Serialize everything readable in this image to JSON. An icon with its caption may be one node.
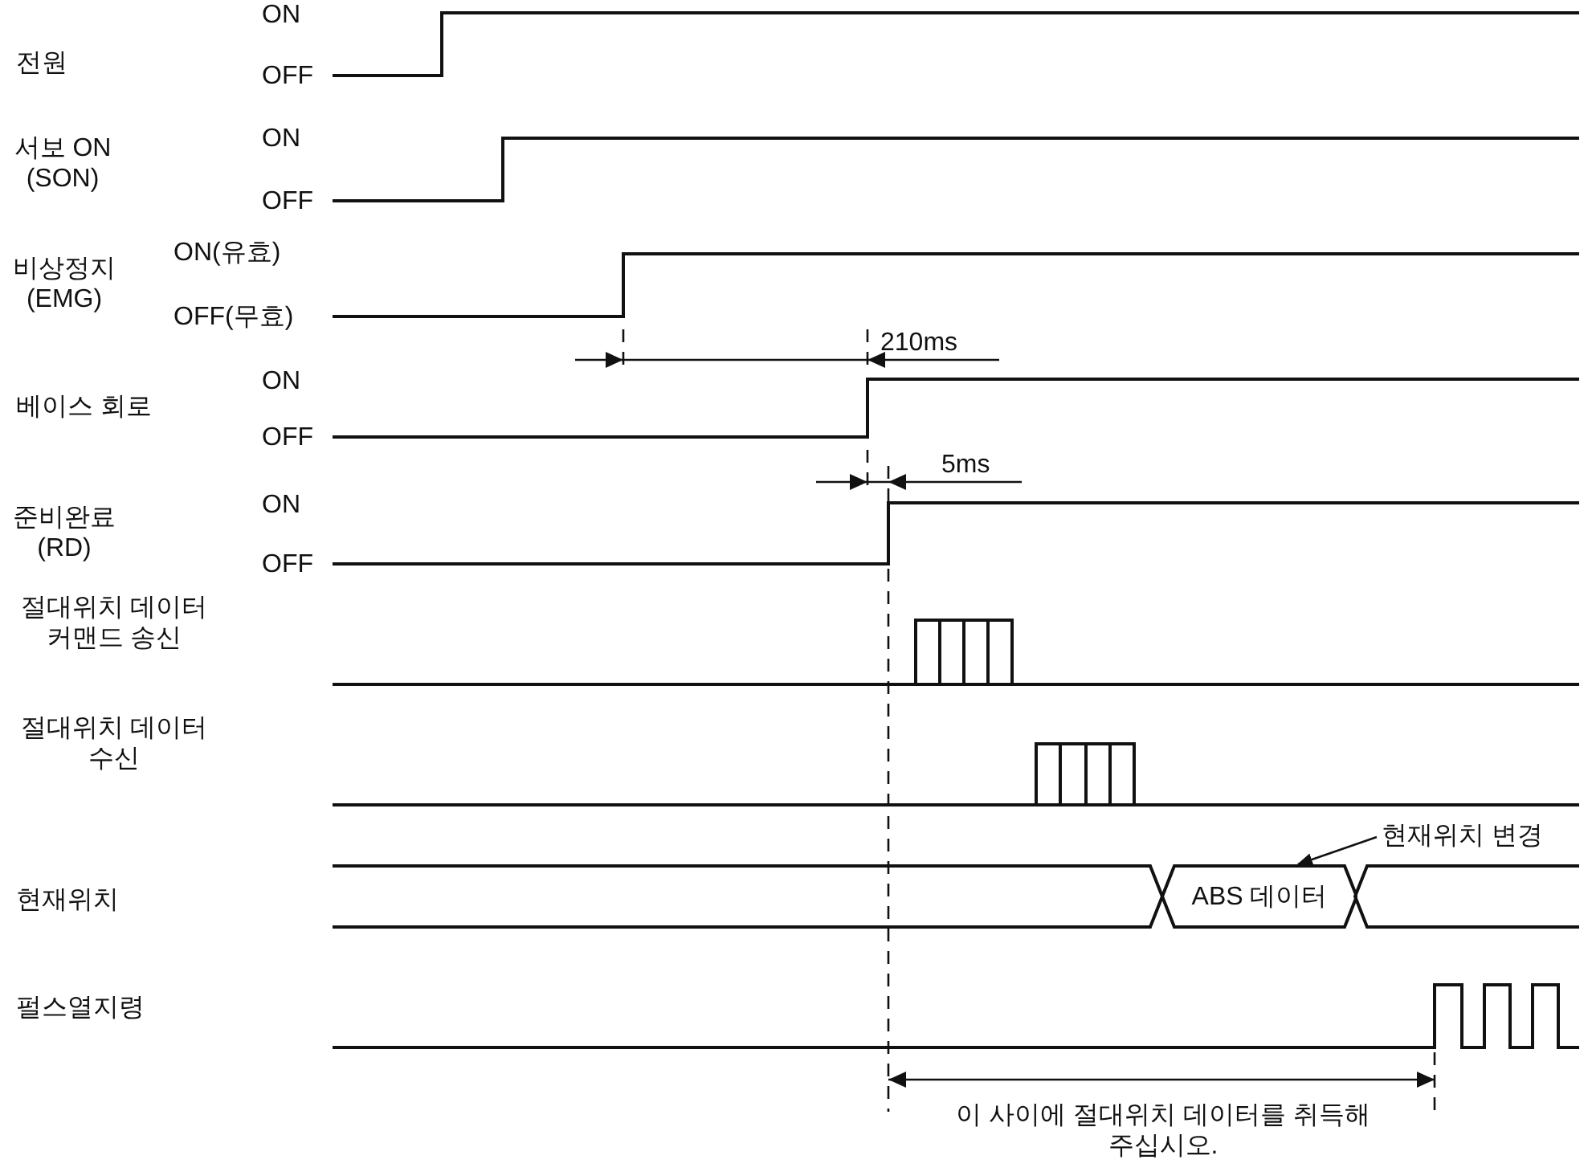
{
  "diagram": {
    "nodes": [
      {
        "text": [
          "현재위치 변경"
        ]
      },
      {
        "text": [
          "ABS 데이터"
        ]
      }
    ],
    "edges": [
      {
        "from": 0,
        "to": 1,
        "arrow": "to"
      }
    ],
    "labels": [
      "전원",
      "ON",
      "OFF",
      "서보 ON (SON)",
      "ON",
      "OFF",
      "비상정지 (EMG)",
      "ON(유효)",
      "OFF(무효)",
      "210ms",
      "베이스 회로",
      "ON",
      "OFF",
      "5ms",
      "준비완료 (RD)",
      "ON",
      "OFF",
      "절대위치 데이터 커맨드 송신",
      "절대위치 데이터 수신",
      "현재위치",
      "펄스열지령",
      "이 사이에 절대위치 데이터를 취득해 주십시오."
    ]
  }
}
